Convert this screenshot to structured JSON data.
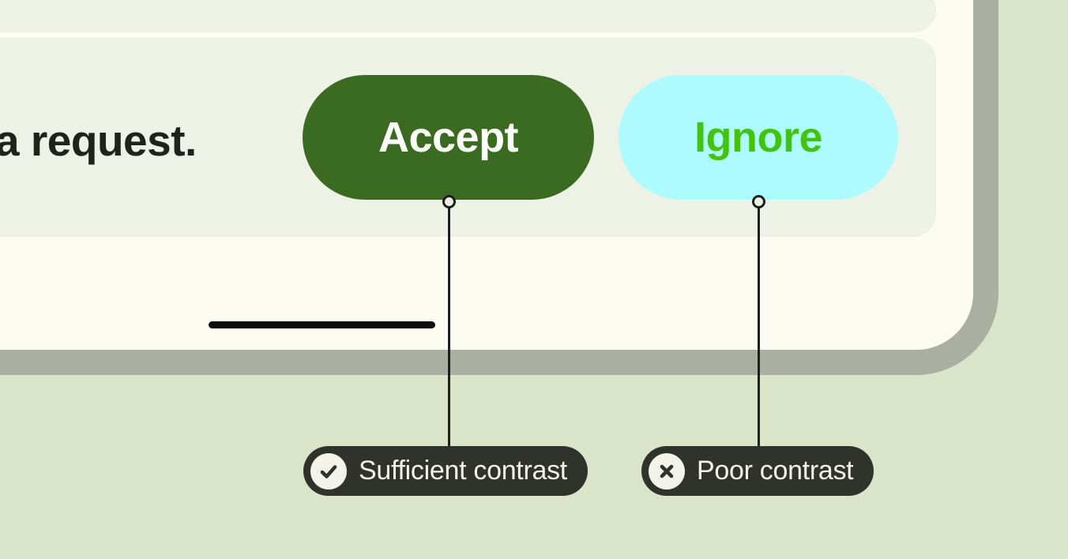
{
  "figure": {
    "description_topic": "button color contrast demonstration",
    "screen": {
      "message_fragment": "a request.",
      "accept_button": {
        "label": "Accept",
        "bg_color": "#3a6b21",
        "text_color": "#fefefb"
      },
      "ignore_button": {
        "label": "Ignore",
        "bg_color": "#adfbff",
        "text_color": "#42c40e"
      }
    },
    "annotations": [
      {
        "icon": "check-icon",
        "label": "Sufficient contrast",
        "target": "accept-button"
      },
      {
        "icon": "x-icon",
        "label": "Poor contrast",
        "target": "ignore-button"
      }
    ],
    "colors": {
      "page_background": "#d9e4c9",
      "device_frame": "#a9b0a1",
      "screen_background": "#fdfcf2",
      "card_background": "#eef2e6",
      "callout_background": "#2f332c",
      "callout_text": "#f3f3e9",
      "leader_line": "#1d1f1a",
      "message_text": "#20221d"
    }
  }
}
